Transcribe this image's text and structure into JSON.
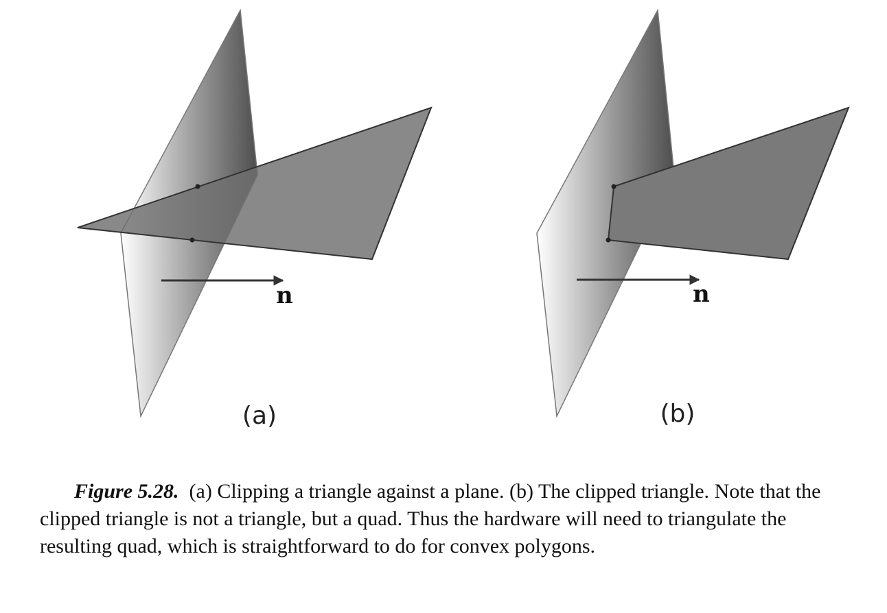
{
  "panels": [
    {
      "label": "(a)",
      "normal_label": "n"
    },
    {
      "label": "(b)",
      "normal_label": "n"
    }
  ],
  "caption": {
    "figure_number": "Figure 5.28.",
    "text": "(a) Clipping a triangle against a plane. (b) The clipped triangle. Note that the clipped triangle is not a triangle, but a quad. Thus the hardware will need to triangulate the resulting quad, which is straightforward to do for convex polygons."
  },
  "colors": {
    "plane_light": "#ffffff",
    "plane_dark": "#555555",
    "triangle_fill": "#7a7a7a",
    "outline": "#333333"
  }
}
